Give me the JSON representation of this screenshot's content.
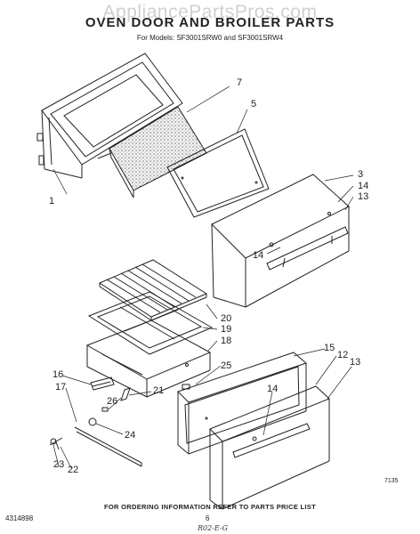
{
  "watermark": "AppliancePartsPros.com",
  "title": "OVEN DOOR AND BROILER PARTS",
  "subtitle": "For Models: SF3001SRW0 and SF3001SRW4",
  "callouts": {
    "c1": "1",
    "c7": "7",
    "c5": "5",
    "c3": "3",
    "c14a": "14",
    "c13a": "13",
    "c14b": "14",
    "c20": "20",
    "c19": "19",
    "c18": "18",
    "c25": "25",
    "c16": "16",
    "c17": "17",
    "c21": "21",
    "c26": "26",
    "c24": "24",
    "c23": "23",
    "c22": "22",
    "c15": "15",
    "c12": "12",
    "c13b": "13",
    "c14c": "14"
  },
  "figure_code": "7135",
  "footer": "FOR ORDERING INFORMATION REFER TO PARTS PRICE LIST",
  "doc_number": "4314898",
  "page_number": "6",
  "handwritten_note": "R02-E-G",
  "colors": {
    "ink": "#222222",
    "watermark": "#969696",
    "insulation": "#e8e8e8"
  }
}
